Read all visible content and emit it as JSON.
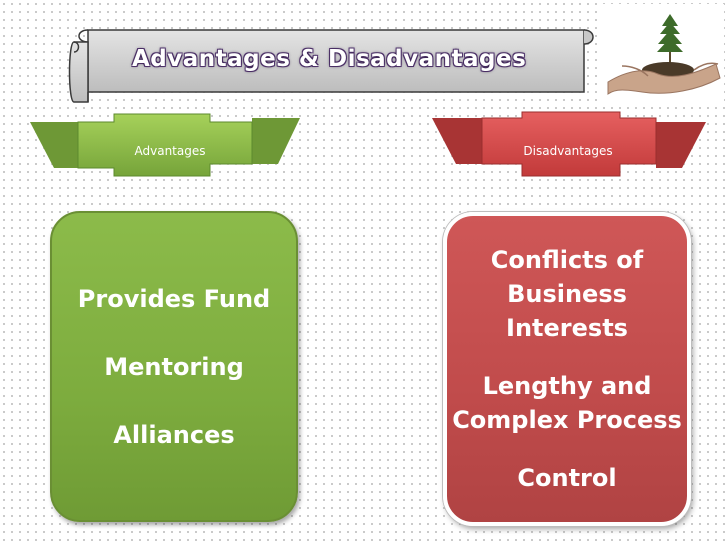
{
  "title": "Advantages & Disadvantages",
  "ribbons": {
    "advantages": {
      "label": "Advantages",
      "color": "#8dbf4a"
    },
    "disadvantages": {
      "label": "Disadvantages",
      "color": "#d84b4b"
    }
  },
  "advantages_box": {
    "color": "#7dac3e",
    "items": [
      "Provides Fund",
      "Mentoring",
      "Alliances"
    ]
  },
  "disadvantages_box": {
    "color": "#c04b4b",
    "items": [
      "Conflicts of Business Interests",
      "Lengthy and Complex Process",
      "Control"
    ]
  },
  "decoration": {
    "icon": "seedling-in-hands-icon"
  }
}
